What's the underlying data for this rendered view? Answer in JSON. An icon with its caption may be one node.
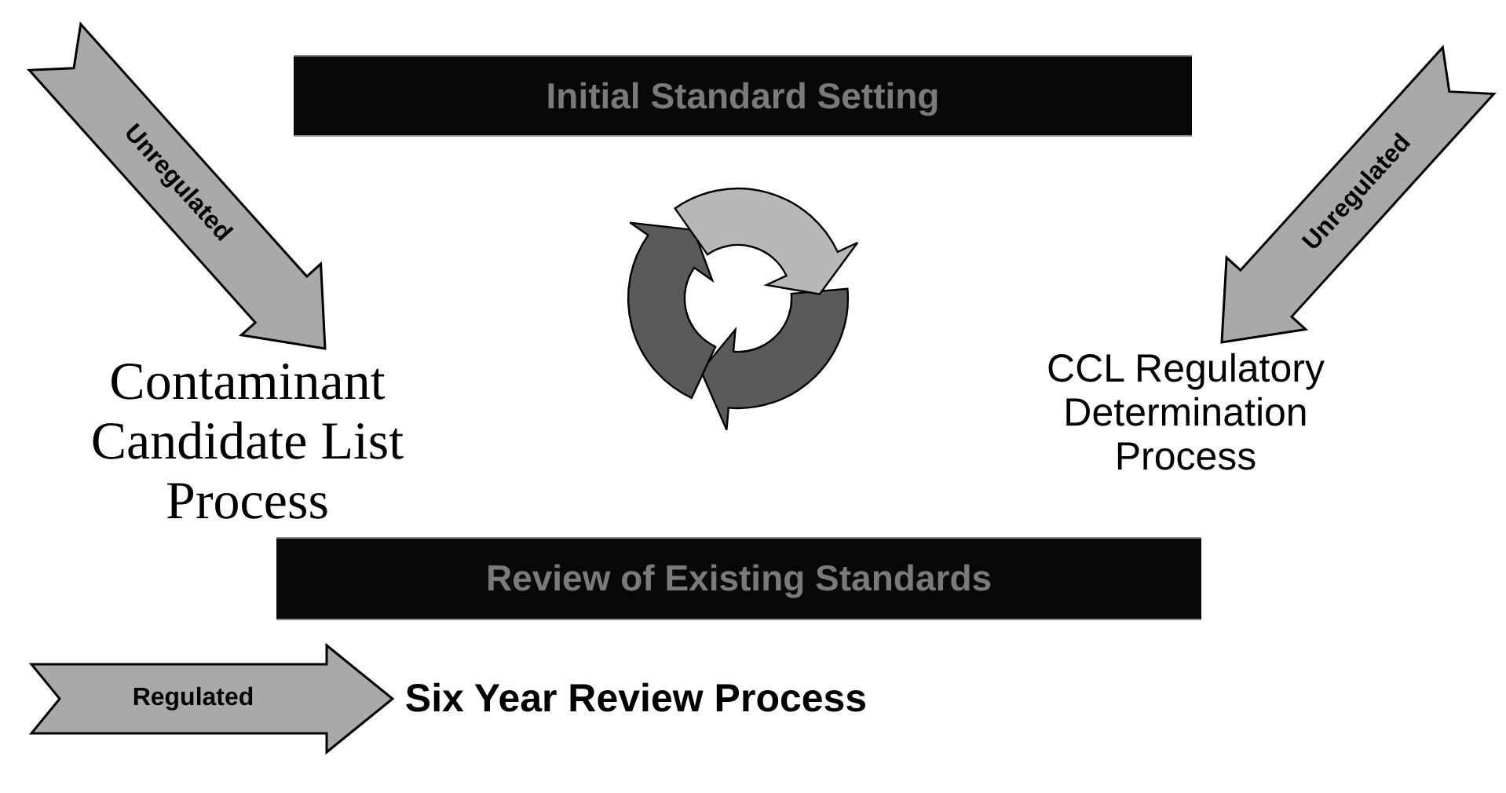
{
  "diagram": {
    "nodes": [
      {
        "text": [
          "Initial Standard Setting"
        ]
      },
      {
        "text": [
          "Contaminant Candidate List Process"
        ]
      },
      {
        "text": [
          "CCL Regulatory Determination Process"
        ]
      },
      {
        "text": [
          "Review of Existing Standards"
        ]
      },
      {
        "text": [
          "Six Year Review Process"
        ]
      }
    ],
    "edges": [
      {
        "from": null,
        "to": 1,
        "arrow": "to",
        "label": "Unregulated",
        "style": "thick"
      },
      {
        "from": null,
        "to": 2,
        "arrow": "to",
        "label": "Unregulated",
        "style": "thick"
      },
      {
        "from": null,
        "to": 4,
        "arrow": "to",
        "label": "Regulated",
        "style": "thick"
      }
    ]
  }
}
